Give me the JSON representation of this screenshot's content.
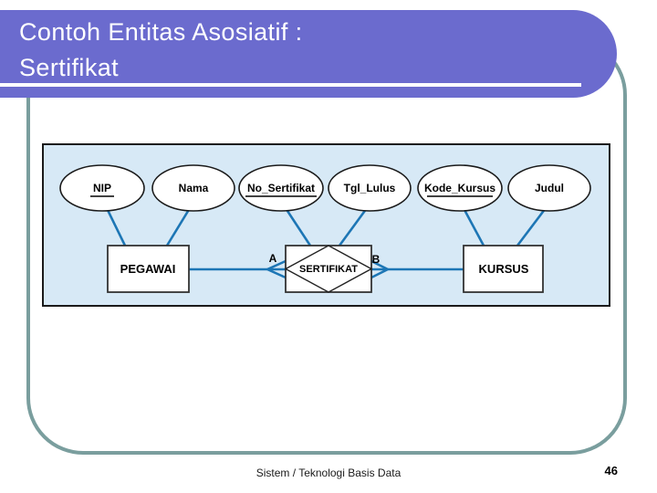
{
  "slide": {
    "title_line1": "Contoh Entitas Asosiatif :",
    "title_line2": "Sertifikat",
    "footer_text": "Sistem / Teknologi Basis Data",
    "page_number": "46"
  },
  "colors": {
    "title-bg": "#6b6bce",
    "frame-border": "#7a9e9e",
    "diagram-bg": "#d7e9f6",
    "connector": "#1d76b5"
  },
  "diagram": {
    "attributes": [
      {
        "label": "NIP",
        "key": true
      },
      {
        "label": "Nama",
        "key": false
      },
      {
        "label": "No_Sertifikat",
        "key": true
      },
      {
        "label": "Tgl_Lulus",
        "key": false
      },
      {
        "label": "Kode_Kursus",
        "key": true
      },
      {
        "label": "Judul",
        "key": false
      }
    ],
    "entities": [
      {
        "label": "PEGAWAI"
      },
      {
        "label": "KURSUS"
      }
    ],
    "associative_entity": {
      "label": "SERTIFIKAT"
    },
    "relationship_labels": {
      "left": "A",
      "right": "B"
    }
  }
}
